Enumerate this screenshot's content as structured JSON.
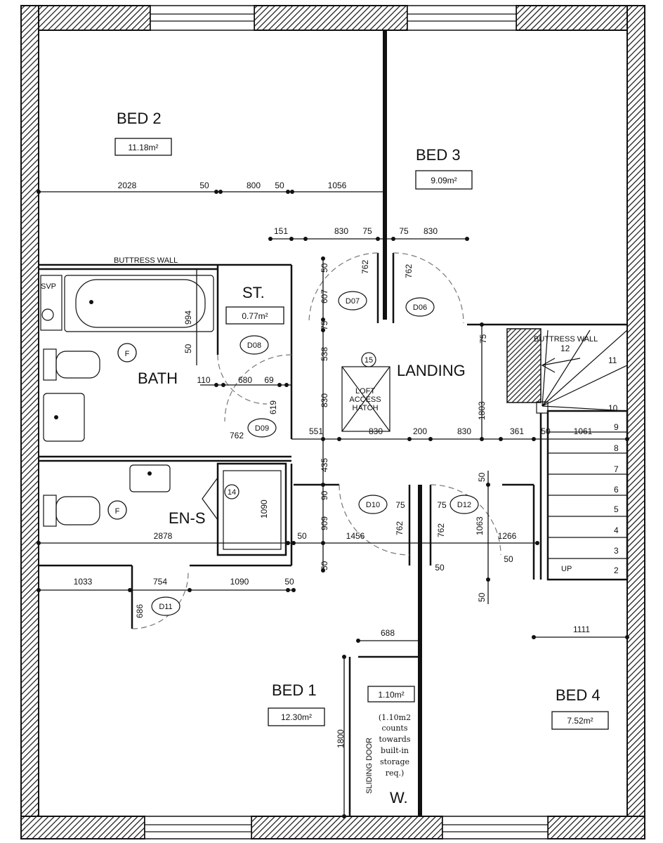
{
  "rooms": {
    "bed2": {
      "name": "BED 2",
      "area": "11.18m²"
    },
    "bed3": {
      "name": "BED 3",
      "area": "9.09m²"
    },
    "store": {
      "name": "ST.",
      "area": "0.77m²"
    },
    "bath": {
      "name": "BATH"
    },
    "landing": {
      "name": "LANDING"
    },
    "ensuite": {
      "name": "EN-S"
    },
    "bed1": {
      "name": "BED 1",
      "area": "12.30m²"
    },
    "bed4": {
      "name": "BED 4",
      "area": "7.52m²"
    },
    "wardrobe": {
      "name": "W.",
      "area": "1.10m²",
      "note": [
        "(1.10m2",
        "counts",
        "towards",
        "built-in",
        "storage",
        "req.)"
      ]
    }
  },
  "labels": {
    "buttress_left": "BUTTRESS WALL",
    "buttress_right": "BUTTRESS WALL",
    "svp": "SVP",
    "loft_hatch": [
      "LOFT",
      "ACCESS",
      "HATCH"
    ],
    "sliding_door": "SLIDING DOOR",
    "stair_up": "UP",
    "fan_left": "F",
    "fan_right": "F",
    "tag_15": "15",
    "tag_14": "14"
  },
  "doors": [
    "D07",
    "D06",
    "D08",
    "D09",
    "D10",
    "D12",
    "D11"
  ],
  "stair_steps": [
    "12",
    "11",
    "10",
    "9",
    "8",
    "7",
    "6",
    "5",
    "4",
    "3",
    "2"
  ],
  "dimensions": {
    "row1": [
      "2028",
      "50",
      "800",
      "50",
      "1056"
    ],
    "row2": [
      "151",
      "830",
      "75",
      "75",
      "830"
    ],
    "d_762a": "762",
    "d_762b": "762",
    "d_607": "607",
    "d_50a": "50",
    "d_75a": "75",
    "d_994": "994",
    "d_50b": "50",
    "d_538": "538",
    "d_75b": "75",
    "bath_row": [
      "110",
      "680",
      "69"
    ],
    "d_619": "619",
    "d_830v": "830",
    "d_1803": "1803",
    "row3": [
      "762",
      "551",
      "830",
      "200",
      "830",
      "361",
      "50",
      "1061"
    ],
    "d_435": "435",
    "d_90": "90",
    "d_50c": "50",
    "d_75c": "75",
    "d_75d": "75",
    "d_1090v": "1090",
    "row4": [
      "2878",
      "50",
      "1456",
      "1266"
    ],
    "d_909": "909",
    "d_762c": "762",
    "d_762d": "762",
    "d_1063": "1063",
    "d_50d": "50",
    "d_50e": "50",
    "d_50f": "50",
    "d_50g": "50",
    "row5": [
      "1033",
      "754",
      "1090",
      "50"
    ],
    "d_686": "686",
    "d_688": "688",
    "d_1111": "1111",
    "d_1800": "1800"
  }
}
